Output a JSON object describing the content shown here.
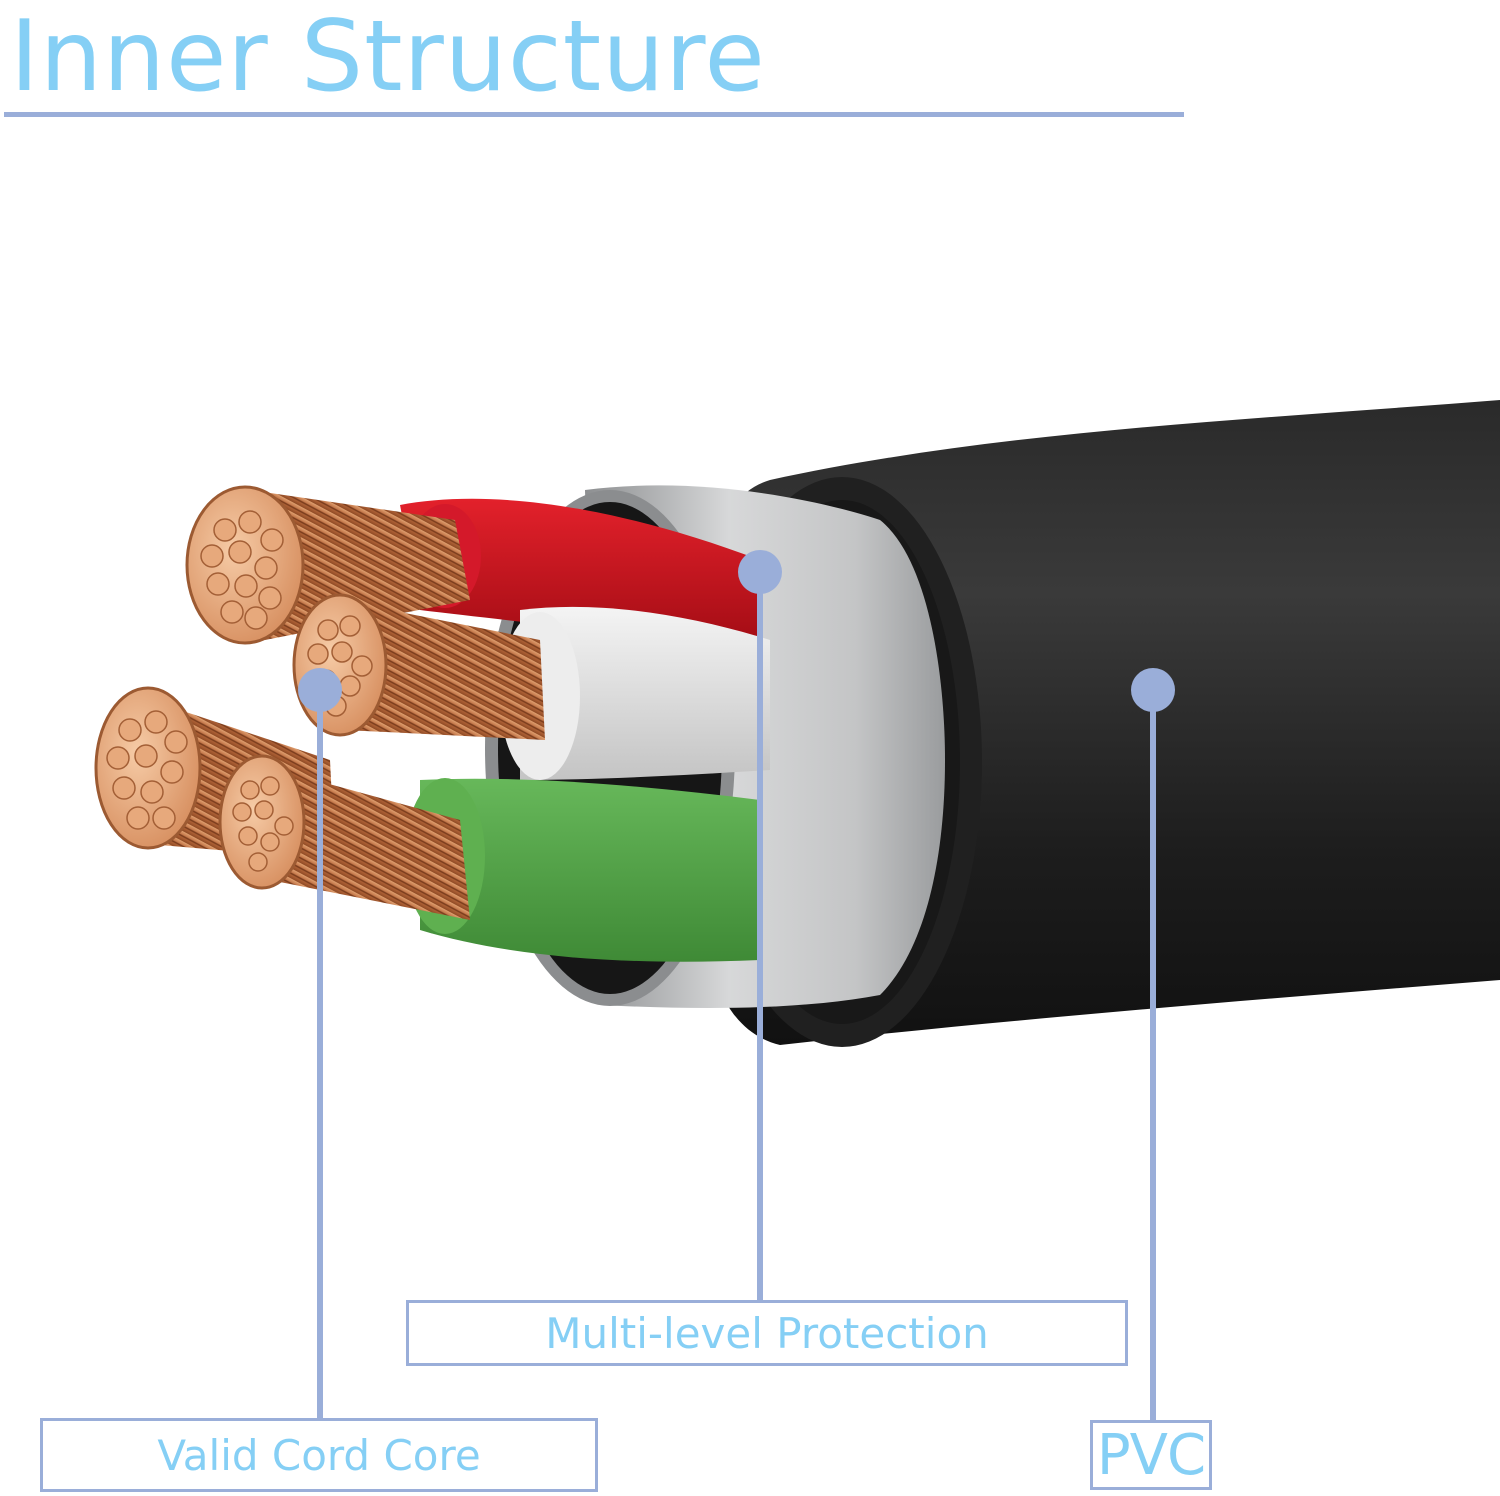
{
  "title": "Inner Structure",
  "labels": {
    "protection": "Multi-level Protection",
    "core": "Valid Cord Core",
    "pvc": "PVC"
  },
  "colors": {
    "accent": "#85cff5",
    "callout": "#9aaed9",
    "jacket": "#1c1c1c",
    "shield": "#b9bbbd",
    "wire_red": "#c6101a",
    "wire_white": "#e4e4e4",
    "wire_green": "#55a44a",
    "copper": "#c77e50",
    "background": "#ffffff"
  },
  "icons": [
    "cable-cross-section-illustration"
  ]
}
